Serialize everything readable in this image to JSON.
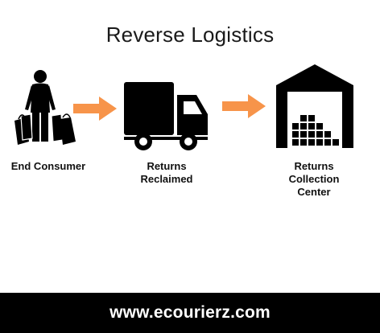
{
  "title": "Reverse Logistics",
  "steps": [
    {
      "icon": "shopper-with-bags-icon",
      "label_lines": [
        "End Consumer"
      ]
    },
    {
      "icon": "delivery-truck-icon",
      "label_lines": [
        "Returns",
        "Reclaimed"
      ]
    },
    {
      "icon": "warehouse-icon",
      "label_lines": [
        "Returns",
        "Collection",
        "Center"
      ]
    }
  ],
  "arrow_color": "#F7944A",
  "footer": {
    "text": "www.ecourierz.com"
  }
}
